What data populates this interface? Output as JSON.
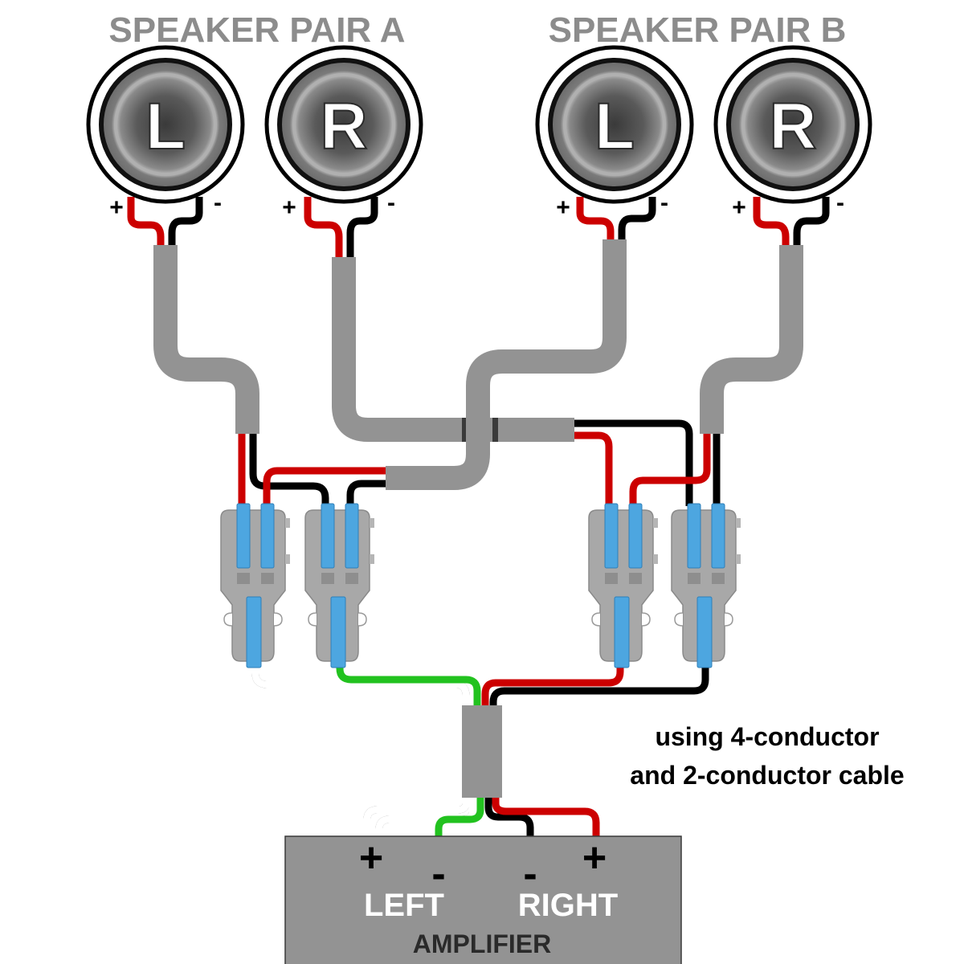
{
  "titles": {
    "pair_a": "SPEAKER PAIR A",
    "pair_b": "SPEAKER PAIR B"
  },
  "speakers": [
    {
      "id": "a-left",
      "pair": "A",
      "letter": "L",
      "plus": "+",
      "minus": "-"
    },
    {
      "id": "a-right",
      "pair": "A",
      "letter": "R",
      "plus": "+",
      "minus": "-"
    },
    {
      "id": "b-left",
      "pair": "B",
      "letter": "L",
      "plus": "+",
      "minus": "-"
    },
    {
      "id": "b-right",
      "pair": "B",
      "letter": "R",
      "plus": "+",
      "minus": "-"
    }
  ],
  "connectors": [
    {
      "id": "left-plus",
      "ports": 3
    },
    {
      "id": "left-minus",
      "ports": 3
    },
    {
      "id": "right-plus",
      "ports": 3
    },
    {
      "id": "right-minus",
      "ports": 3
    }
  ],
  "caption": {
    "line1": "using 4-conductor",
    "line2": "and 2-conductor cable"
  },
  "amplifier": {
    "label": "AMPLIFIER",
    "left_label": "LEFT",
    "right_label": "RIGHT",
    "left_plus": "+",
    "left_minus": "-",
    "right_minus": "-",
    "right_plus": "+"
  },
  "colors": {
    "red_wire": "#cc0000",
    "black_wire": "#000000",
    "green_wire": "#22c21f",
    "white_wire": "#ffffff",
    "cable_jacket": "#939393",
    "connector_body": "#a6a6a6",
    "connector_lever": "#4da6e0",
    "amplifier_body": "#939393",
    "title_gray": "#8c8c8c"
  }
}
